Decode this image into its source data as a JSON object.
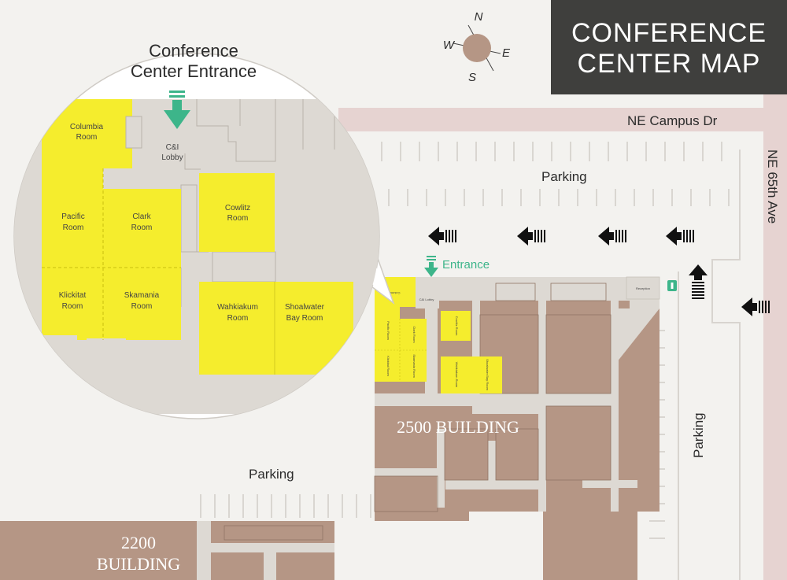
{
  "title": {
    "line1": "CONFERENCE",
    "line2": "CENTER MAP"
  },
  "compass": {
    "n": "N",
    "e": "E",
    "s": "S",
    "w": "W"
  },
  "roads": {
    "campus": "NE Campus Dr",
    "avenue": "NE 65th Ave"
  },
  "parking": {
    "top": "Parking",
    "right": "Parking",
    "bottom": "Parking"
  },
  "entrance": "Entrance",
  "buildings": {
    "b2500": "2500 BUILDING",
    "b2200_line1": "2200",
    "b2200_line2": "BUILDING"
  },
  "callout": {
    "title_line1": "Conference",
    "title_line2": "Center Entrance",
    "lobby_line1": "C&I",
    "lobby_line2": "Lobby",
    "rooms": [
      {
        "l1": "Columbia",
        "l2": "Room"
      },
      {
        "l1": "Pacific",
        "l2": "Room"
      },
      {
        "l1": "Clark",
        "l2": "Room"
      },
      {
        "l1": "Cowlitz",
        "l2": "Room"
      },
      {
        "l1": "Klickitat",
        "l2": "Room"
      },
      {
        "l1": "Skamania",
        "l2": "Room"
      },
      {
        "l1": "Wahkiakum",
        "l2": "Room"
      },
      {
        "l1": "Shoalwater",
        "l2": "Bay Room"
      }
    ]
  },
  "mini_labels": {
    "reception": "Reception",
    "columbia": "Columbia",
    "lobby": "C&I Lobby",
    "pacific": "Pacific Room",
    "clark": "Clark Room",
    "cowlitz": "Cowlitz Room",
    "klickitat": "Klickitat Room",
    "skamania": "Skamania Room",
    "wahkiakum": "Wahkiakum Room",
    "shoalwater": "Shoalwater Bay Room"
  },
  "colors": {
    "background": "#f3f2ef",
    "road": "#e6d3d1",
    "building": "#b59685",
    "corridor": "#ddd9d3",
    "room": "#f5ed2d",
    "accent": "#3db58a",
    "title_bg": "#3f3f3d"
  }
}
